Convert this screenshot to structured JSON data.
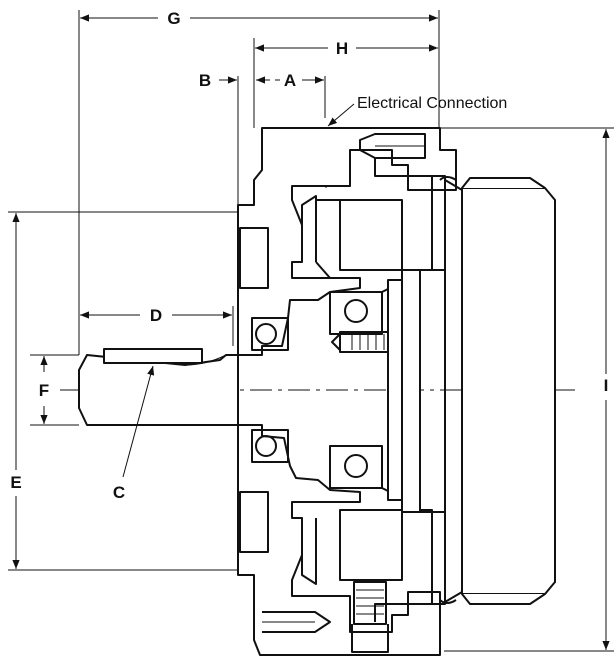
{
  "labels": {
    "g": "G",
    "h": "H",
    "b": "B",
    "a": "A",
    "electrical_connection": "Electrical Connection",
    "d": "D",
    "f": "F",
    "e": "E",
    "c": "C",
    "i": "I"
  },
  "colors": {
    "line": "#111111",
    "background": "#ffffff"
  }
}
